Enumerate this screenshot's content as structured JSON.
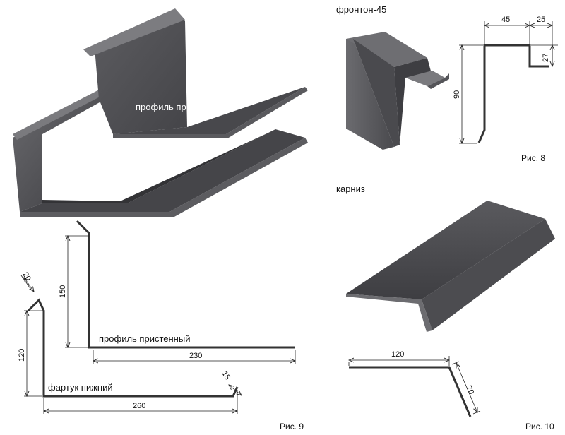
{
  "fig9": {
    "label_profile_3d": "профиль пристенный",
    "label_apron_3d": "фартук нижний",
    "label_profile_2d": "профиль пристенный",
    "label_apron_2d": "фартук нижний",
    "dim_20": "20",
    "dim_150": "150",
    "dim_120": "120",
    "dim_230": "230",
    "dim_15": "15",
    "dim_260": "260",
    "caption": "Рис. 9"
  },
  "fig8": {
    "title": "фронтон-45",
    "dim_45": "45",
    "dim_25": "25",
    "dim_27": "27",
    "dim_90": "90",
    "caption": "Рис. 8"
  },
  "fig10": {
    "title": "карниз",
    "dim_120": "120",
    "dim_70": "70",
    "caption": "Рис. 10"
  },
  "colors": {
    "metal_dark": "#3f3f42",
    "metal_mid": "#5a5a5e",
    "metal_light": "#8a8a8e"
  }
}
